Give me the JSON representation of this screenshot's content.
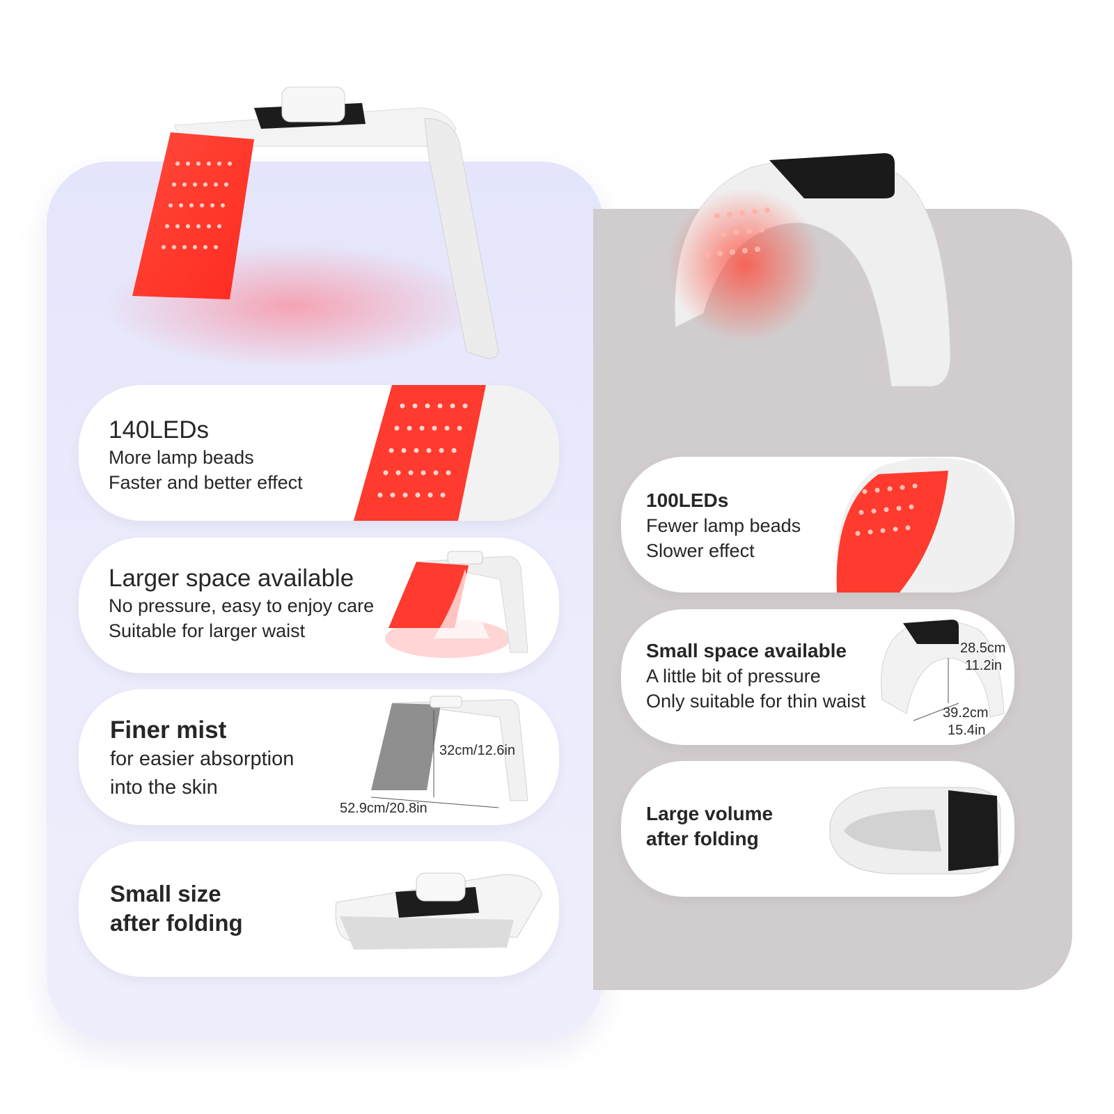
{
  "left_device": {
    "cards": [
      {
        "title": "140LEDs",
        "lines": [
          "More lamp beads",
          "Faster and better effect"
        ]
      },
      {
        "title": "Larger space available",
        "lines": [
          "No pressure, easy to enjoy care",
          "Suitable for larger waist"
        ]
      },
      {
        "title": "Finer mist",
        "lines": [
          "for easier absorption",
          "into the skin"
        ],
        "dim_height": "32cm/12.6in",
        "dim_width": "52.9cm/20.8in"
      },
      {
        "title": "Small size",
        "lines": [
          "after folding"
        ]
      }
    ]
  },
  "right_device": {
    "cards": [
      {
        "title": "100LEDs",
        "lines": [
          "Fewer lamp beads",
          "Slower effect"
        ]
      },
      {
        "title": "Small space available",
        "lines": [
          "A little bit of pressure",
          "Only suitable for thin waist"
        ],
        "dim_height": [
          "28.5cm",
          "11.2in"
        ],
        "dim_width": [
          "39.2cm",
          "15.4in"
        ]
      },
      {
        "title": "Large volume",
        "lines": [
          "after folding"
        ]
      }
    ]
  },
  "colors": {
    "led_red": "#ff3a2e",
    "left_panel": "#e6e7fb",
    "right_panel": "#d1cccd"
  }
}
